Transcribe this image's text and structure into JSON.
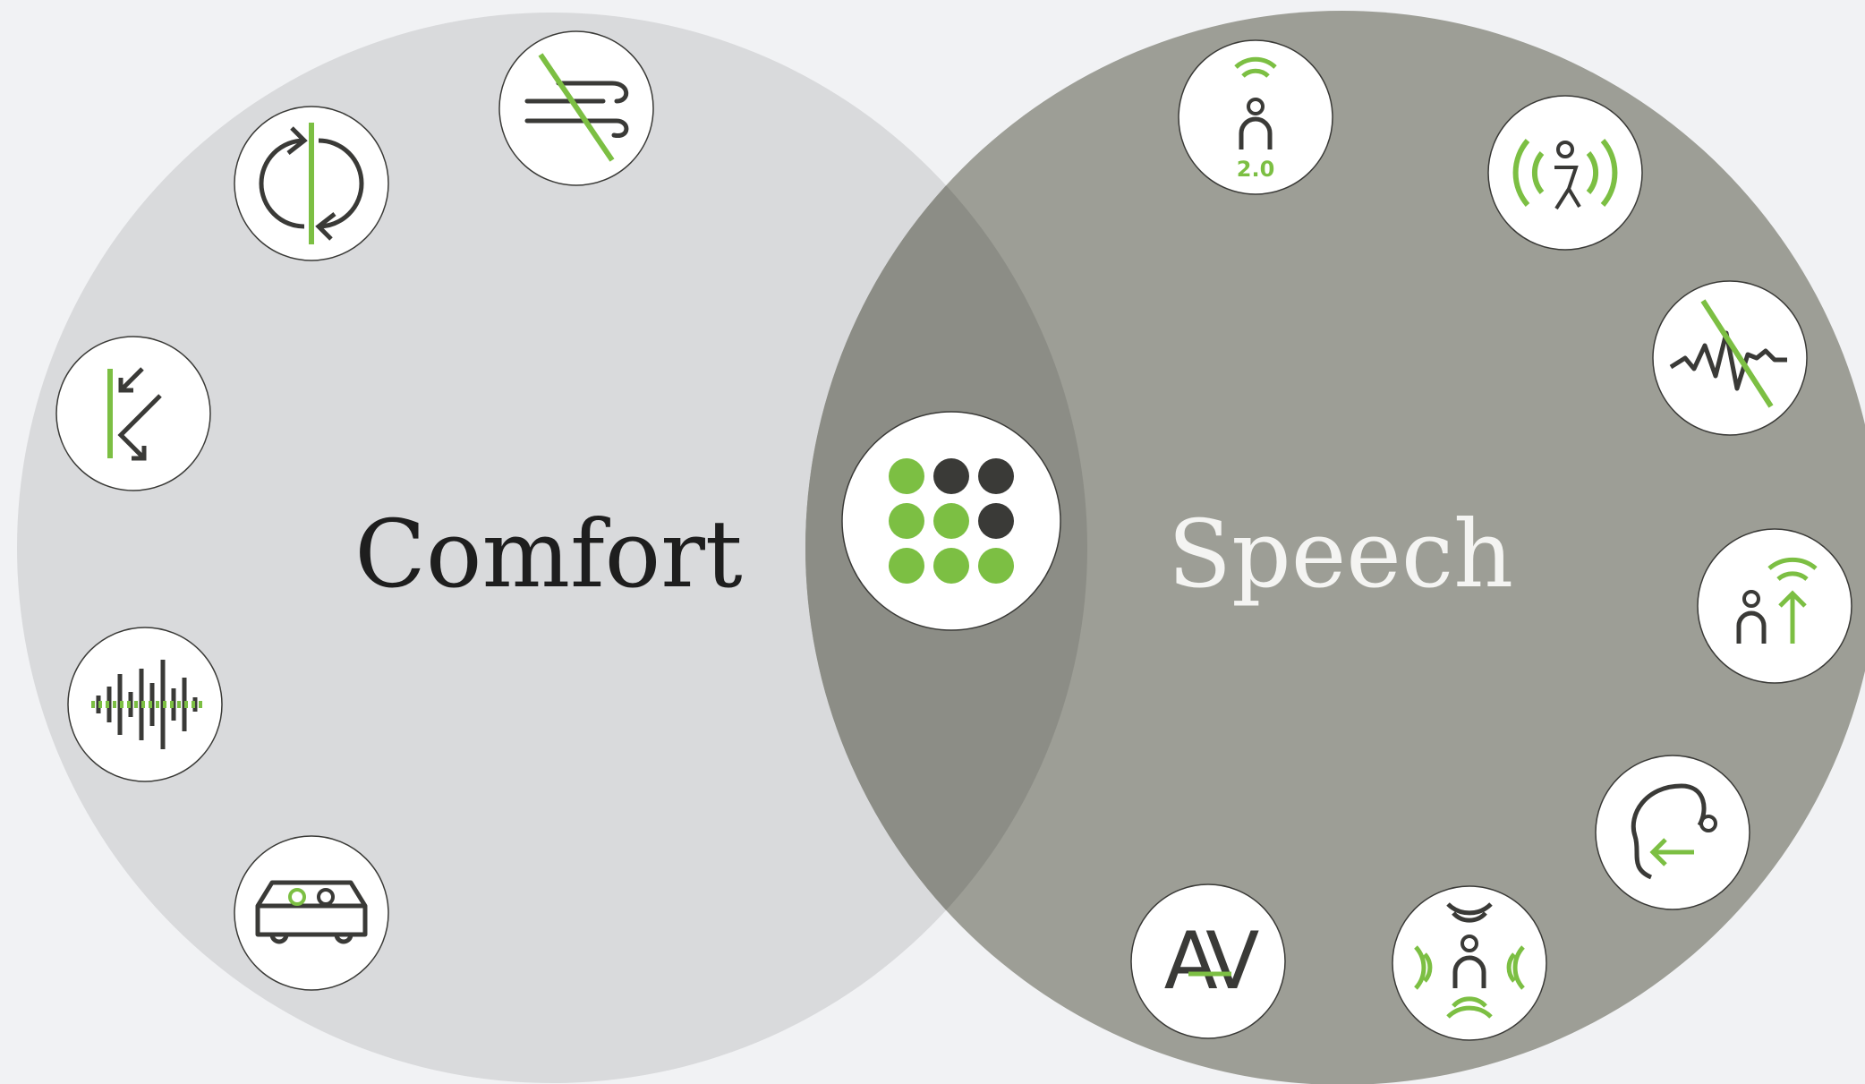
{
  "colors": {
    "background": "#f1f2f4",
    "comfort_circle": "#d9dadc",
    "speech_circle": "#9d9e96",
    "overlap": "#8c8d86",
    "icon_stroke": "#3a3a37",
    "accent_green": "#7cbf43",
    "badge_fill": "#ffffff"
  },
  "comfort": {
    "label": "Comfort",
    "icons": [
      "wind-noise-off-icon",
      "sync-icon",
      "echo-reflection-icon",
      "noise-waveform-icon",
      "car-icon"
    ]
  },
  "speech": {
    "label": "Speech",
    "icons": [
      "speech-focus-2-icon",
      "speech-in-motion-icon",
      "impulse-noise-off-icon",
      "speech-boost-icon",
      "ear-direction-icon",
      "speech-360-icon",
      "av-icon"
    ],
    "badge_text": {
      "version": "2.0",
      "av": "AV"
    }
  },
  "center": {
    "icon": "dot-grid-icon"
  }
}
